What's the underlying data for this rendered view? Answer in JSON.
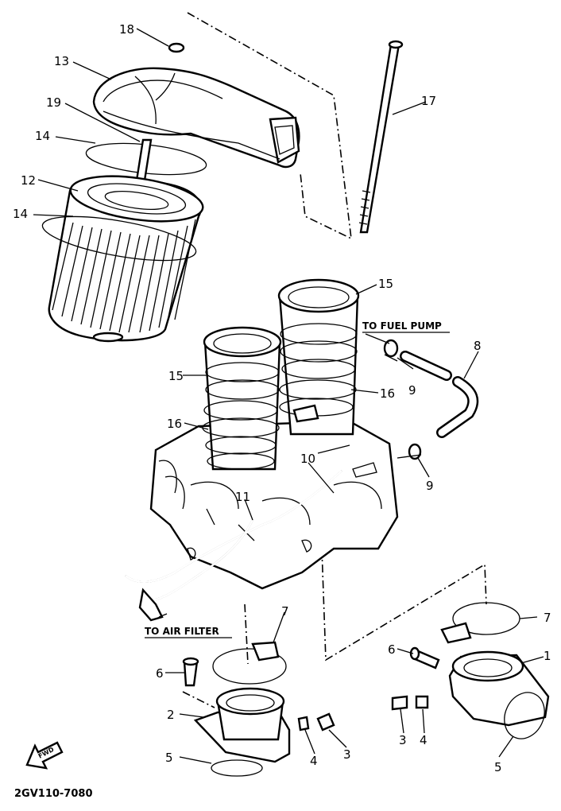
{
  "callouts": [
    {
      "id": "c18",
      "text": "18"
    },
    {
      "id": "c13",
      "text": "13"
    },
    {
      "id": "c19",
      "text": "19"
    },
    {
      "id": "c14a",
      "text": "14"
    },
    {
      "id": "c12",
      "text": "12"
    },
    {
      "id": "c14b",
      "text": "14"
    },
    {
      "id": "c17",
      "text": "17"
    },
    {
      "id": "c15a",
      "text": "15"
    },
    {
      "id": "c15b",
      "text": "15"
    },
    {
      "id": "c8",
      "text": "8"
    },
    {
      "id": "c9a",
      "text": "9"
    },
    {
      "id": "c16a",
      "text": "16"
    },
    {
      "id": "c16b",
      "text": "16"
    },
    {
      "id": "c10",
      "text": "10"
    },
    {
      "id": "c9b",
      "text": "9"
    },
    {
      "id": "c11",
      "text": "11"
    },
    {
      "id": "c7a",
      "text": "7"
    },
    {
      "id": "c7b",
      "text": "7"
    },
    {
      "id": "c6a",
      "text": "6"
    },
    {
      "id": "c1",
      "text": "1"
    },
    {
      "id": "c6b",
      "text": "6"
    },
    {
      "id": "c2",
      "text": "2"
    },
    {
      "id": "c3a",
      "text": "3"
    },
    {
      "id": "c4a",
      "text": "4"
    },
    {
      "id": "c5a",
      "text": "5"
    },
    {
      "id": "c3b",
      "text": "3"
    },
    {
      "id": "c4b",
      "text": "4"
    },
    {
      "id": "c5b",
      "text": "5"
    }
  ],
  "notes": {
    "fuel_pump": "TO FUEL PUMP",
    "air_filter": "TO AIR FILTER"
  },
  "front_arrow": "FWD",
  "diagram_code": "2GV110-7080"
}
